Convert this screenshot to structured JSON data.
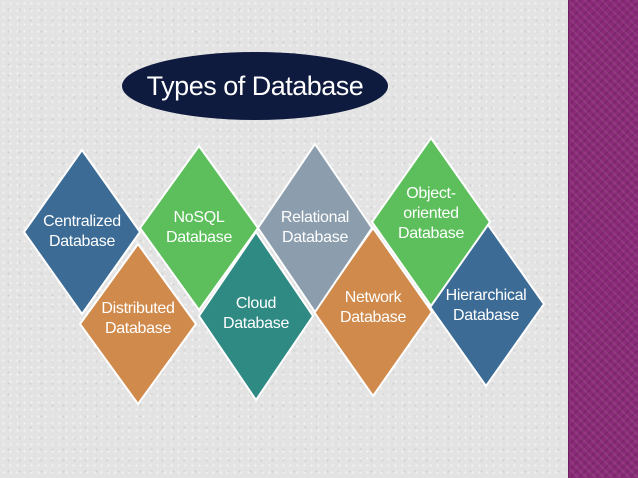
{
  "title": "Types of Database",
  "colors": {
    "title_bg": "#0e1a3e",
    "blue": "#3c6b95",
    "green": "#5cbf5b",
    "gray": "#8c9eae",
    "orange": "#d08a4c",
    "teal": "#2f8a84",
    "side_panel": "#8a2a78"
  },
  "types": [
    {
      "line1": "Centralized",
      "line2": "Database"
    },
    {
      "line1": "NoSQL",
      "line2": "Database"
    },
    {
      "line1": "Relational",
      "line2": "Database"
    },
    {
      "line1": "Object-",
      "line2": "oriented",
      "line3": "Database"
    },
    {
      "line1": "Distributed",
      "line2": "Database"
    },
    {
      "line1": "Cloud",
      "line2": "Database"
    },
    {
      "line1": "Network",
      "line2": "Database"
    },
    {
      "line1": "Hierarchical",
      "line2": "Database"
    }
  ]
}
